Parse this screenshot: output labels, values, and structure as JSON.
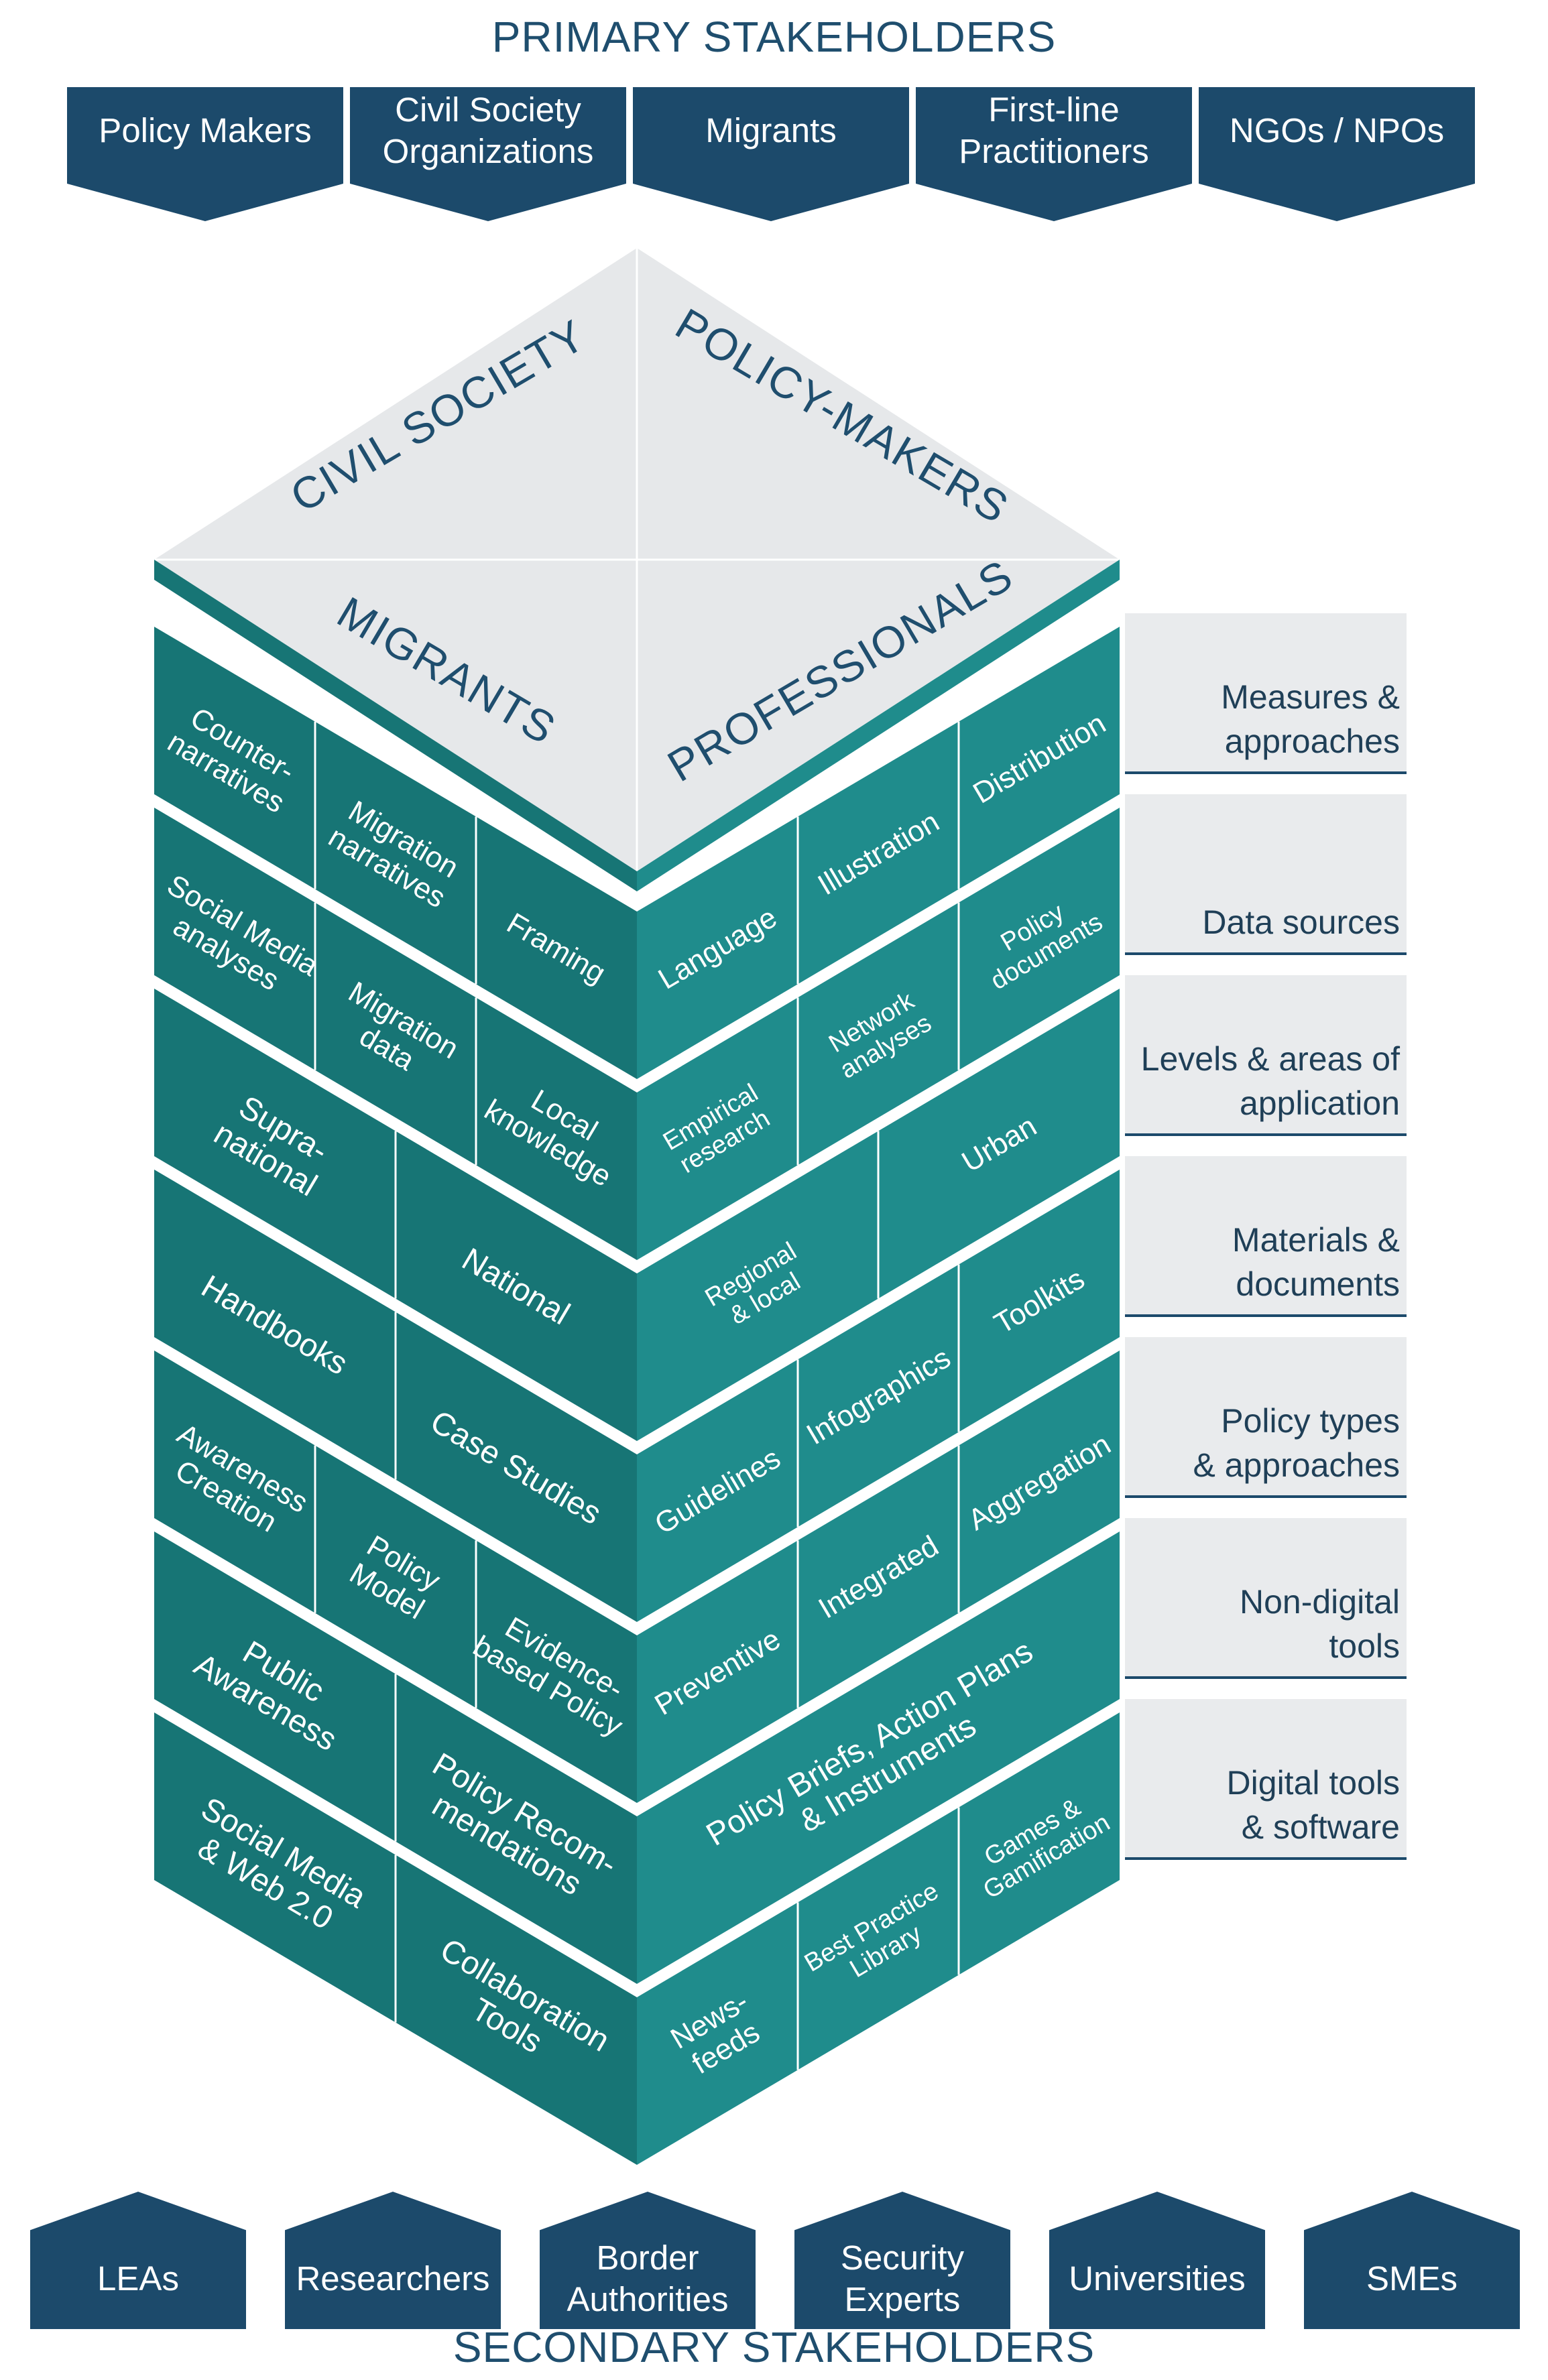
{
  "primary_title": "PRIMARY STAKEHOLDERS",
  "secondary_title": "SECONDARY STAKEHOLDERS",
  "primary_stakeholders": [
    "Policy Makers",
    "Civil  Society\nOrganizations",
    "Migrants",
    "First-line\nPractitioners",
    "NGOs / NPOs"
  ],
  "secondary_stakeholders": [
    "LEAs",
    "Researchers",
    "Border\nAuthorities",
    "Security\nExperts",
    "Universities",
    "SMEs"
  ],
  "roof": {
    "civil_society": "CIVIL SOCIETY",
    "policy_makers": "POLICY-MAKERS",
    "migrants": "MIGRANTS",
    "professionals": "PROFESSIONALS"
  },
  "layer_labels": [
    "Measures &\napproaches",
    "Data sources",
    "Levels & areas of\napplication",
    "Materials &\ndocuments",
    "Policy types\n& approaches",
    "Non-digital\ntools",
    "Digital tools\n& software"
  ],
  "layers": [
    {
      "left": [
        "Counter-\nnarratives",
        "Migration\nnarratives",
        "Framing"
      ],
      "right": [
        "Language",
        "Illustration",
        "Distribution"
      ]
    },
    {
      "left": [
        "Social Media\nanalyses",
        "Migration\ndata",
        "Local\nknowledge"
      ],
      "right": [
        "Empirical\nresearch",
        "Network\nanalyses",
        "Policy\ndocuments"
      ]
    },
    {
      "left": [
        "Supra-\nnational",
        "National"
      ],
      "right": [
        "Regional\n& local",
        "Urban"
      ]
    },
    {
      "left": [
        "Handbooks",
        "Case Studies"
      ],
      "right": [
        "Guidelines",
        "Infographics",
        "Toolkits"
      ]
    },
    {
      "left": [
        "Awareness\nCreation",
        "Policy\nModel",
        "Evidence-\nbased Policy"
      ],
      "right": [
        "Preventive",
        "Integrated",
        "Aggregation"
      ]
    },
    {
      "left": [
        "Public\nAwareness",
        "Policy Recom-\nmendations"
      ],
      "right": [
        "Policy Briefs, Action Plans\n& Instruments"
      ]
    },
    {
      "left": [
        "Social Media\n& Web 2.0",
        "Collaboration\nTools"
      ],
      "right": [
        "News-\nfeeds",
        "Best Practice\nLibrary",
        "Games &\nGamification"
      ]
    }
  ],
  "colors": {
    "navy": "#1c4a6b",
    "teal": "#1f8c8c",
    "teal_dark": "#177575",
    "roof": "#e6e8ea"
  }
}
